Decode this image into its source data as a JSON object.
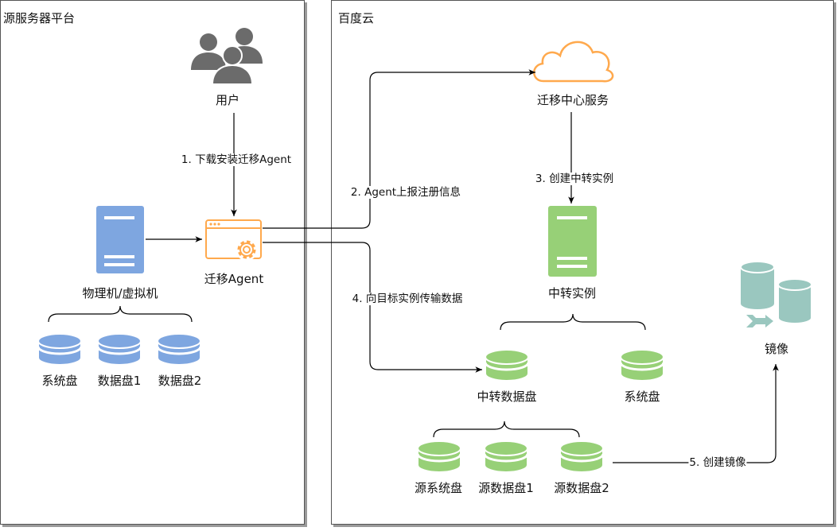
{
  "panels": {
    "source_title": "源服务器平台",
    "cloud_title": "百度云"
  },
  "nodes": {
    "user": "用户",
    "physical_vm": "物理机/虚拟机",
    "src_sys_disk": "系统盘",
    "src_data_disk1": "数据盘1",
    "src_data_disk2": "数据盘2",
    "agent": "迁移Agent",
    "migration_center": "迁移中心服务",
    "relay_instance": "中转实例",
    "relay_data_disk": "中转数据盘",
    "relay_sys_disk": "系统盘",
    "src_sys_disk_copy": "源系统盘",
    "src_data_disk1_copy": "源数据盘1",
    "src_data_disk2_copy": "源数据盘2",
    "image": "镜像"
  },
  "edges": {
    "step1": "1. 下载安装迁移Agent",
    "step2": "2. Agent上报注册信息",
    "step3": "3. 创建中转实例",
    "step4": "4. 向目标实例传输数据",
    "step5": "5. 创建镜像"
  },
  "colors": {
    "blue": "#7ea6e0",
    "green": "#97d077",
    "orange": "#ffa94d",
    "teal": "#9ac7bf",
    "gray_icon": "#666666"
  },
  "icons": {
    "user": "users-icon",
    "server": "server-icon",
    "disk": "database-icon",
    "agent": "app-gear-icon",
    "cloud": "cloud-icon",
    "image": "database-copy-icon"
  }
}
